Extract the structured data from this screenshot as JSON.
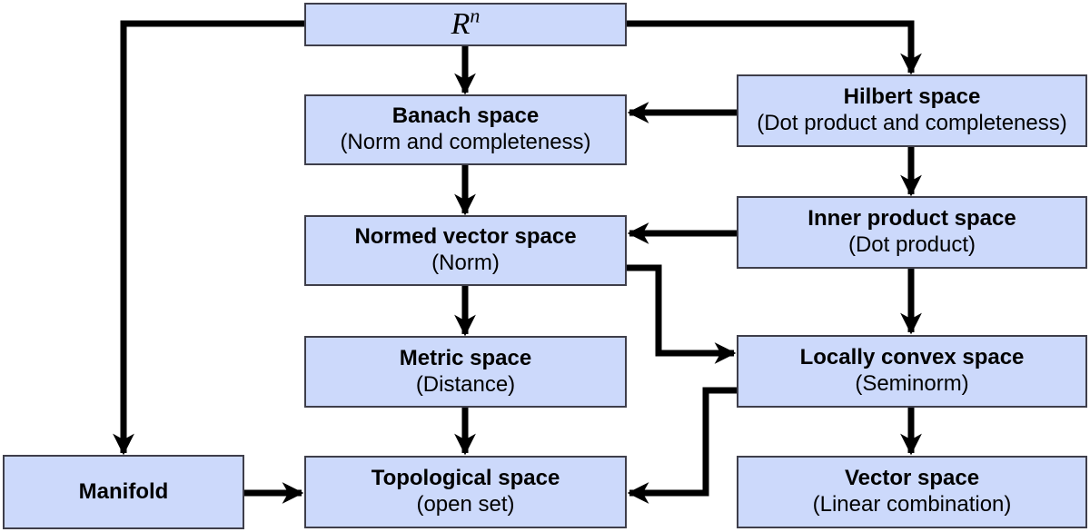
{
  "colors": {
    "node_fill": "#ccd9fb",
    "node_border": "#3e3e4a",
    "edge": "#000000",
    "text": "#000000",
    "background": "#ffffff"
  },
  "nodes": [
    {
      "id": "rn",
      "label": "R",
      "superscript": "n",
      "sublabel": ""
    },
    {
      "id": "banach",
      "label": "Banach space",
      "sublabel": "(Norm and completeness)"
    },
    {
      "id": "hilbert",
      "label": "Hilbert space",
      "sublabel": "(Dot product and completeness)"
    },
    {
      "id": "normed",
      "label": "Normed vector space",
      "sublabel": "(Norm)"
    },
    {
      "id": "inner",
      "label": "Inner product space",
      "sublabel": "(Dot product)"
    },
    {
      "id": "metric",
      "label": "Metric space",
      "sublabel": "(Distance)"
    },
    {
      "id": "locally",
      "label": "Locally convex space",
      "sublabel": "(Seminorm)"
    },
    {
      "id": "topological",
      "label": "Topological space",
      "sublabel": "(open set)"
    },
    {
      "id": "vector",
      "label": "Vector space",
      "sublabel": "(Linear combination)"
    },
    {
      "id": "manifold",
      "label": "Manifold",
      "sublabel": ""
    }
  ],
  "edges": [
    {
      "from": "Rn",
      "to": "Banach space"
    },
    {
      "from": "Rn",
      "to": "Hilbert space"
    },
    {
      "from": "Rn",
      "to": "Manifold"
    },
    {
      "from": "Hilbert space",
      "to": "Banach space"
    },
    {
      "from": "Hilbert space",
      "to": "Inner product space"
    },
    {
      "from": "Banach space",
      "to": "Normed vector space"
    },
    {
      "from": "Inner product space",
      "to": "Normed vector space"
    },
    {
      "from": "Inner product space",
      "to": "Locally convex space"
    },
    {
      "from": "Normed vector space",
      "to": "Metric space"
    },
    {
      "from": "Normed vector space",
      "to": "Locally convex space"
    },
    {
      "from": "Metric space",
      "to": "Topological space"
    },
    {
      "from": "Locally convex space",
      "to": "Vector space"
    },
    {
      "from": "Locally convex space",
      "to": "Topological space"
    },
    {
      "from": "Manifold",
      "to": "Topological space"
    }
  ]
}
